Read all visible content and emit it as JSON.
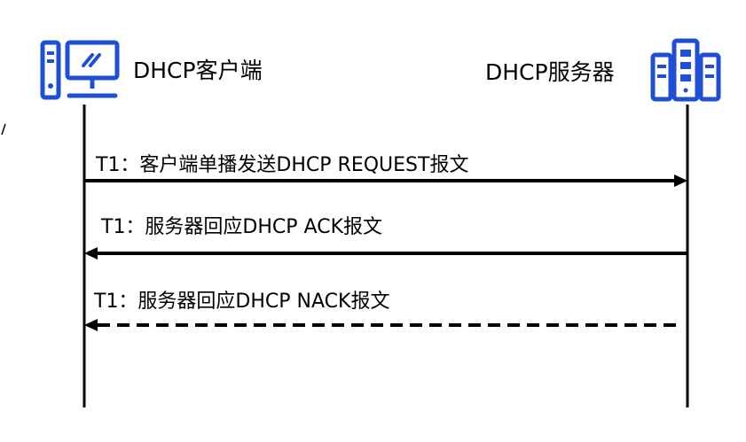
{
  "actors": {
    "client": {
      "label": "DHCP客户端",
      "icon": "computer-icon"
    },
    "server": {
      "label": "DHCP服务器",
      "icon": "server-icon"
    }
  },
  "messages": [
    {
      "label": "T1：客户端单播发送DHCP REQUEST报文",
      "direction": "client-to-server",
      "style": "solid"
    },
    {
      "label": "T1：服务器回应DHCP ACK报文",
      "direction": "server-to-client",
      "style": "solid"
    },
    {
      "label": "T1：服务器回应DHCP NACK报文",
      "direction": "server-to-client",
      "style": "dashed"
    }
  ],
  "colors": {
    "icon": "#1f4fd6",
    "line": "#000000"
  }
}
